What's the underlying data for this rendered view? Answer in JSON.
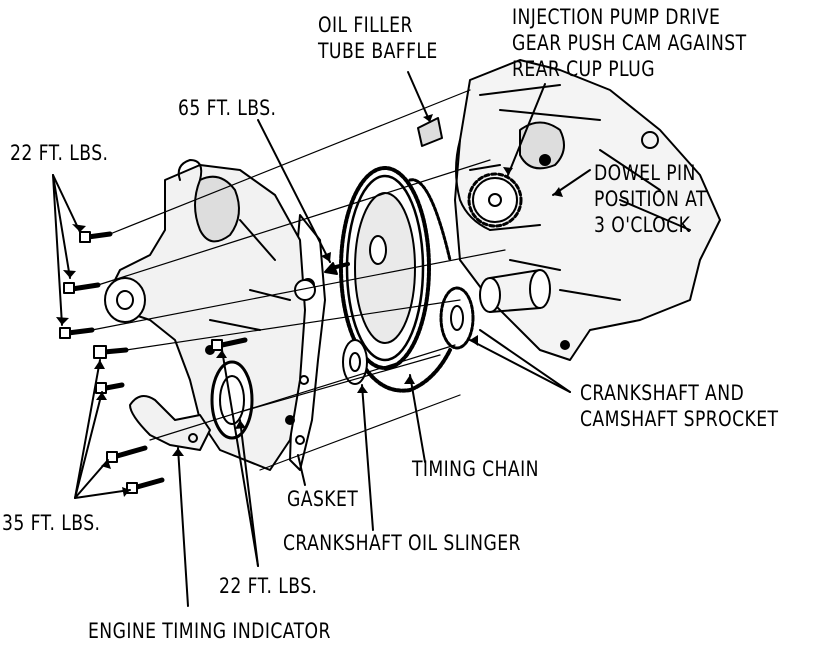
{
  "labels": {
    "oil_filler": [
      "OIL FILLER",
      "TUBE BAFFLE"
    ],
    "injection_pump": [
      "INJECTION PUMP DRIVE",
      "GEAR PUSH CAM AGAINST",
      "REAR CUP PLUG"
    ],
    "torque_65": "65 FT. LBS.",
    "torque_22_top": "22 FT. LBS.",
    "dowel_pin": [
      "DOWEL PIN",
      "POSITION AT",
      "3 O'CLOCK"
    ],
    "crankshaft_sprocket": [
      "CRANKSHAFT AND",
      "CAMSHAFT SPROCKET"
    ],
    "timing_chain": "TIMING CHAIN",
    "gasket": "GASKET",
    "oil_slinger": "CRANKSHAFT OIL SLINGER",
    "torque_35": "35 FT. LBS.",
    "torque_22_bottom": "22 FT. LBS.",
    "timing_indicator": "ENGINE TIMING INDICATOR"
  },
  "colors": {
    "ink": "#000000",
    "paper": "#ffffff",
    "shade": "#d8d8d8"
  }
}
